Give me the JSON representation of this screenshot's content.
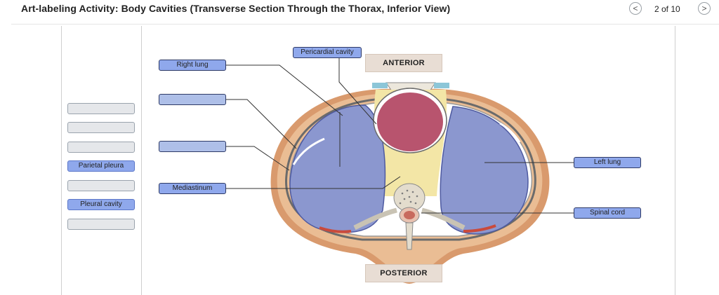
{
  "header": {
    "title": "Art-labeling Activity: Body Cavities (Transverse Section Through the Thorax, Inferior View)",
    "page_indicator": "2 of 10",
    "prev_icon": "<",
    "next_icon": ">"
  },
  "label_bank": [
    {
      "text": ""
    },
    {
      "text": ""
    },
    {
      "text": ""
    },
    {
      "text": "Parietal pleura"
    },
    {
      "text": ""
    },
    {
      "text": "Pleural cavity"
    },
    {
      "text": ""
    }
  ],
  "placed_labels": {
    "pericardial_cavity": "Pericardial cavity",
    "right_lung": "Right lung",
    "empty_slot_1": "",
    "empty_slot_2": "",
    "mediastinum": "Mediastinum",
    "left_lung": "Left lung",
    "spinal_cord": "Spinal cord"
  },
  "orientation": {
    "anterior": "ANTERIOR",
    "posterior": "POSTERIOR"
  },
  "colors": {
    "lung": "#8b97cf",
    "heart": "#b8546e",
    "mediastinum": "#f3e6a6",
    "body_wall": "#e9b98f",
    "skin": "#d99a6d",
    "label_fill": "#8fa8ec"
  }
}
